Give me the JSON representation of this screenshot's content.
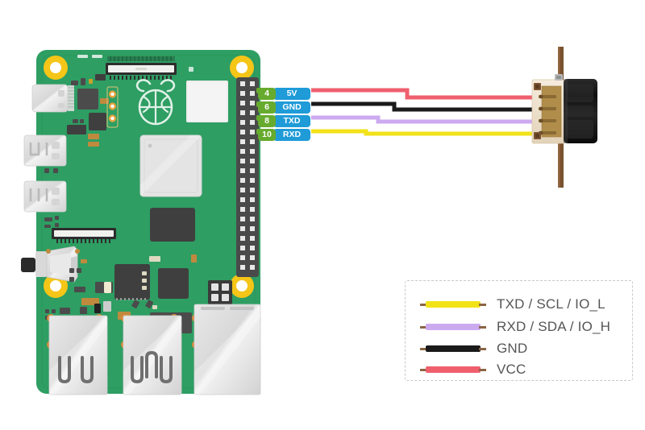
{
  "diagram": {
    "title": "Raspberry Pi 4 to serial sensor module wiring diagram",
    "background_color": "#ffffff"
  },
  "board": {
    "name": "raspberry-pi-4-model-b",
    "pcb_color": "#2e9e63",
    "pcb_color_dark": "#1f8a52",
    "mount_hole_color": "#f5c518",
    "logo": "raspberry-pi-logo",
    "ports": [
      {
        "name": "usb-c-power-port",
        "label": ""
      },
      {
        "name": "micro-hdmi-port-0",
        "label": ""
      },
      {
        "name": "micro-hdmi-port-1",
        "label": ""
      },
      {
        "name": "audio-jack",
        "label": ""
      },
      {
        "name": "usb-2-ports",
        "label": ""
      },
      {
        "name": "usb-3-ports",
        "label": ""
      },
      {
        "name": "ethernet-port",
        "label": ""
      },
      {
        "name": "csi-camera-connector",
        "label": ""
      },
      {
        "name": "dsi-display-connector",
        "label": ""
      }
    ],
    "gpio_header": {
      "name": "gpio-40-pin-header",
      "rows": 2,
      "pins_per_row": 20,
      "body_color": "#4a4a4a",
      "pin_color": "#e8e8e8"
    }
  },
  "pins": [
    {
      "number": "4",
      "name": "5V",
      "wire_color": "#ef5f6e",
      "wire_name": "VCC"
    },
    {
      "number": "6",
      "name": "GND",
      "wire_color": "#1a1a1a",
      "wire_name": "GND"
    },
    {
      "number": "8",
      "name": "TXD",
      "wire_color": "#ccaaf0",
      "wire_name": "RXD / SDA / IO_H"
    },
    {
      "number": "10",
      "name": "RXD",
      "wire_color": "#f2e218",
      "wire_name": "TXD / SCL / IO_L"
    }
  ],
  "pin_badge_colors": {
    "number_bg": "#67ab2e",
    "name_bg": "#1f9bd8",
    "text": "#ffffff"
  },
  "module": {
    "name": "serial-camera-sensor-module",
    "pcb_color": "#7a5230",
    "connector_housing_color": "#efe2cf",
    "connector_pin_color": "#b08d4a",
    "lens_color": "#141414",
    "pin_count": 4
  },
  "legend": {
    "name": "wire-color-legend",
    "border_color": "#c9c9c9",
    "text_color": "#555555",
    "items": [
      {
        "color": "#f2e218",
        "label": "TXD / SCL / IO_L"
      },
      {
        "color": "#ccaaf0",
        "label": "RXD / SDA / IO_H"
      },
      {
        "color": "#1a1a1a",
        "label": "GND"
      },
      {
        "color": "#ef5f6e",
        "label": "VCC"
      }
    ]
  },
  "wires": [
    {
      "name": "wire-vcc",
      "color": "#ef5f6e",
      "from_pin": "4",
      "to_module_pin": 1
    },
    {
      "name": "wire-gnd",
      "color": "#1a1a1a",
      "from_pin": "6",
      "to_module_pin": 2
    },
    {
      "name": "wire-rxd",
      "color": "#ccaaf0",
      "from_pin": "8",
      "to_module_pin": 3
    },
    {
      "name": "wire-txd",
      "color": "#f2e218",
      "from_pin": "10",
      "to_module_pin": 4
    }
  ]
}
